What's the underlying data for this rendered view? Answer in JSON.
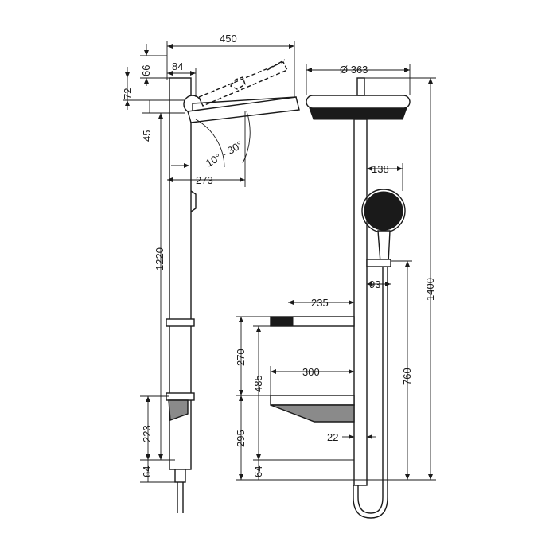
{
  "dimensions": {
    "width_total": "450",
    "offset_top_66": "66",
    "bracket_84": "84",
    "height_72": "72",
    "height_45": "45",
    "angle_range": "10° - 30°",
    "depth_273": "273",
    "height_1220": "1220",
    "height_223": "223",
    "height_64_left": "64",
    "head_diameter": "Ø 363",
    "handshower_138": "138",
    "holder_93": "93",
    "total_1400": "1400",
    "shelf_235": "235",
    "height_270": "270",
    "height_485": "485",
    "height_760": "760",
    "shelf_300": "300",
    "height_295": "295",
    "offset_22": "22",
    "height_64_right": "64"
  }
}
